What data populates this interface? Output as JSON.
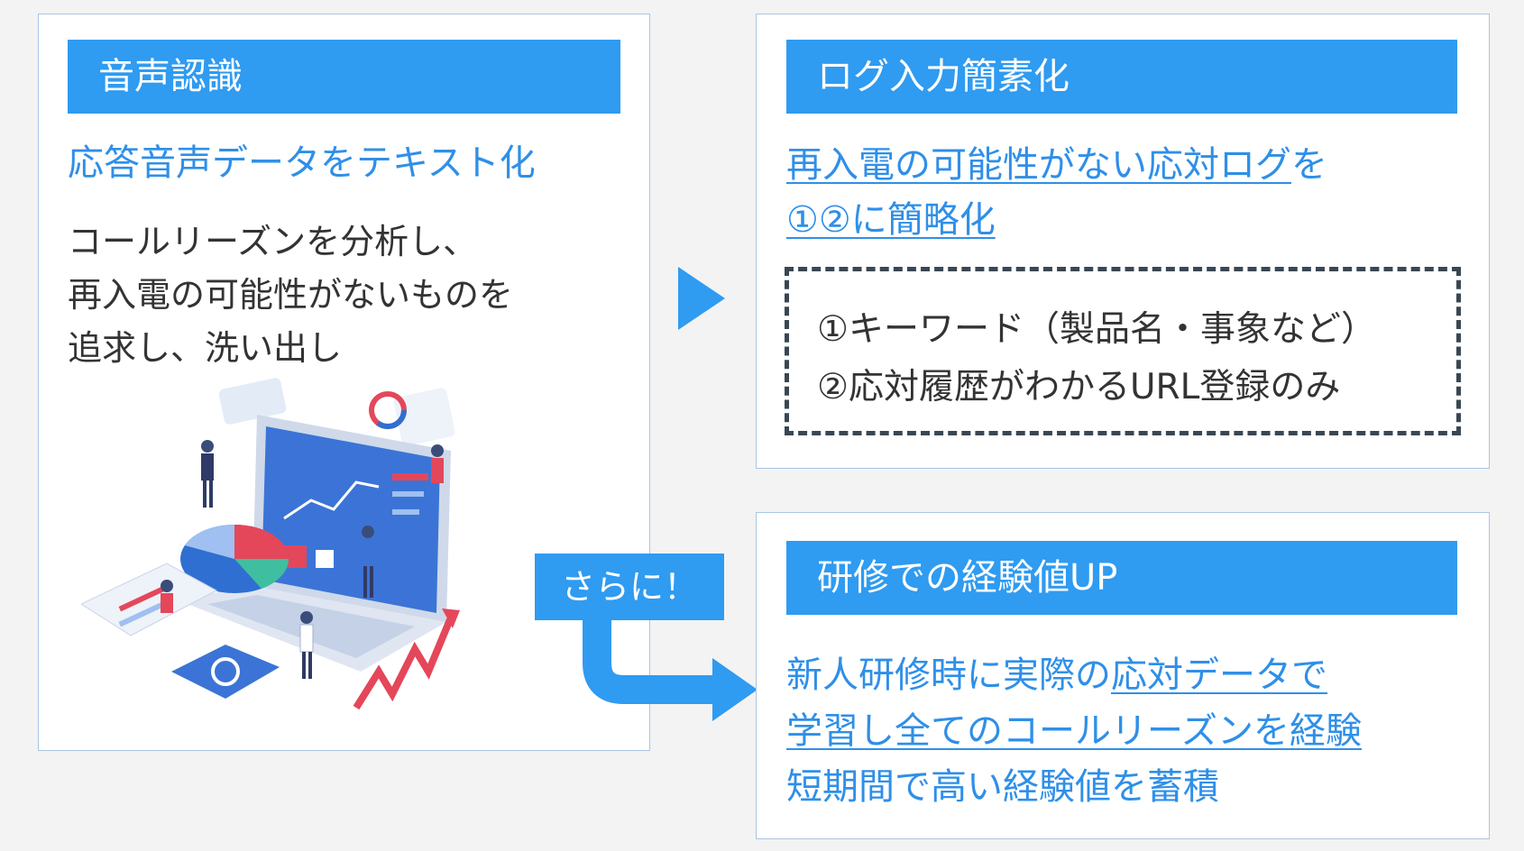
{
  "left": {
    "header": "音声認識",
    "subtitle": "応答音声データをテキスト化",
    "body": [
      "コールリーズンを分析し、",
      "再入電の可能性がないものを",
      "追求し、洗い出し"
    ]
  },
  "right_top": {
    "header": "ログ入力簡素化",
    "line1_a": "再入電の可能性がない応対ログ",
    "line1_b": "を",
    "line2": "①②に簡略化",
    "box": [
      "①キーワード（製品名・事象など）",
      "②応対履歴がわかるURL登録のみ"
    ]
  },
  "callout": "さらに！",
  "right_bottom": {
    "header": "研修での経験値UP",
    "line1_a": "新人研修時に実際の",
    "line1_b": "応対データで",
    "line2": "学習し全てのコールリーズンを経験",
    "line3": "短期間で高い経験値を蓄積"
  },
  "colors": {
    "accent": "#2f9bf1",
    "text_blue": "#2f8fe8",
    "text_dark": "#333333",
    "dash": "#394752",
    "panel_border": "#a9c6e4"
  },
  "icons": [
    "arrow-right-icon",
    "elbow-arrow-icon",
    "analytics-illustration"
  ]
}
